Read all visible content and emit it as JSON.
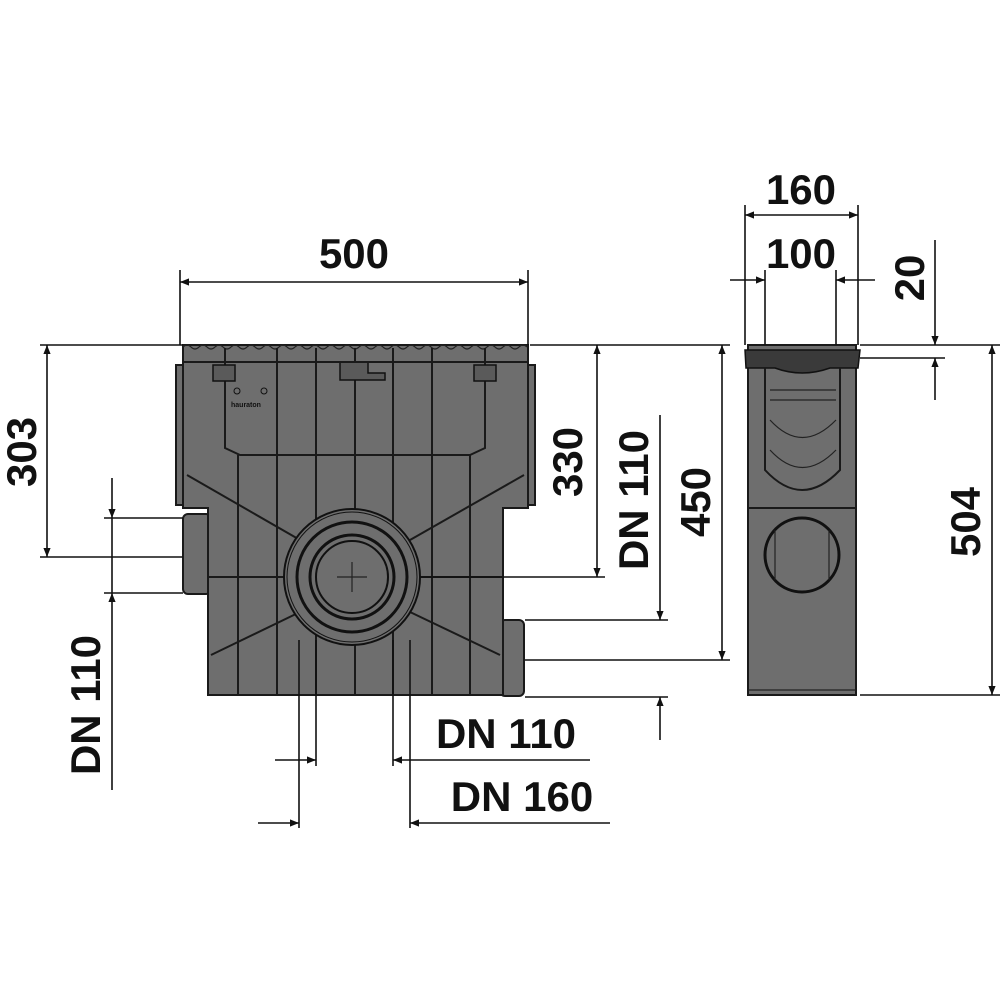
{
  "logo": "hauraton",
  "colors": {
    "body": "#6e6e6e",
    "cap": "#3a3a3a",
    "line": "#111111"
  },
  "dimensions": {
    "width_front": "500",
    "height_303": "303",
    "left_outlet": "DN 110",
    "height_330": "330",
    "right_outlet": "DN 110",
    "height_450": "450",
    "bottom_inner": "DN 110",
    "bottom_outer": "DN 160",
    "width_side_outer": "160",
    "width_side_inner": "100",
    "cap_height": "20",
    "height_total": "504"
  }
}
